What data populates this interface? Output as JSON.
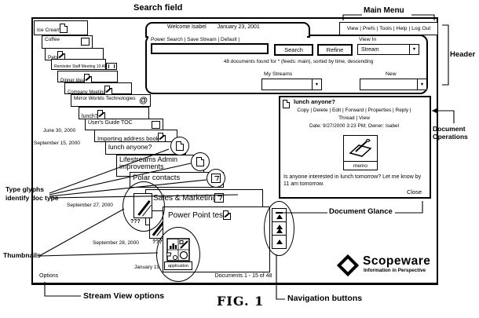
{
  "annotations": {
    "search_field": "Search field",
    "main_menu": "Main Menu",
    "header": "Header",
    "document_operations_1": "Document",
    "document_operations_2": "Operations",
    "document_glance": "Document Glance",
    "type_glyphs_1": "Type glyphs",
    "type_glyphs_2": "identify doc type",
    "thumbnails": "Thumbnails",
    "stream_view_options": "Stream View options",
    "navigation_buttons": "Navigation buttons",
    "figure_label": "FIG. 1"
  },
  "header": {
    "welcome": "Welcome Isabel",
    "date": "January 23, 2001",
    "menu": "View |  Prefs |  Tools  |  Help  |  Log Out",
    "search_tabs": "Power Search | Save Stream | Default |",
    "search_value": "",
    "search_button": "Search",
    "refine_button": "Refine",
    "view_in_label": "View In",
    "view_in_value": "Stream",
    "results_line": "48 documents found for * (feeds: main), sorted by time, descending",
    "my_streams_label": "My Streams",
    "my_streams_value": "",
    "new_label": "New",
    "new_value": ""
  },
  "glance": {
    "title": "lunch anyone?",
    "operations_row1": "Copy |  Delete  | Edit  | Forward  | Properties  |  Reply  |",
    "operations_row2": "Thread  | View",
    "meta": "Date: 9/27/2000 3:23 PM; Owner: Isabel",
    "doc_type": "memo",
    "body": "Is anyone interested in lunch tomorrow? Let me know by 11 am tomorrow.",
    "close_label": "Close"
  },
  "stream": {
    "cards": [
      "Ice Cream",
      "Coffee",
      "Pets",
      "Reminder Staff Meeting 10 AM",
      "Dinner Idea",
      "Company Meeting",
      "Mirror Worlds Technologies",
      "lunch?",
      "User's Guide TOC",
      "Importing address book",
      "lunch anyone?",
      "Lifestreams Admin improvements",
      "Polar contacts",
      "Sales & Marketing",
      "Power Point test"
    ],
    "dates": [
      "June 30, 2000",
      "September 15, 2000",
      "September 27, 2000",
      "September 28, 2000",
      "January 19"
    ],
    "unknown_thumb": "???",
    "application_label": "application",
    "documents_count": "Documents 1 - 15 of 48",
    "options_label": "Options"
  },
  "logo": {
    "name": "Scopeware",
    "tagline": "Information in Perspective"
  },
  "icons": {
    "email_glyph": "@",
    "dropdown_arrow": "▼"
  }
}
